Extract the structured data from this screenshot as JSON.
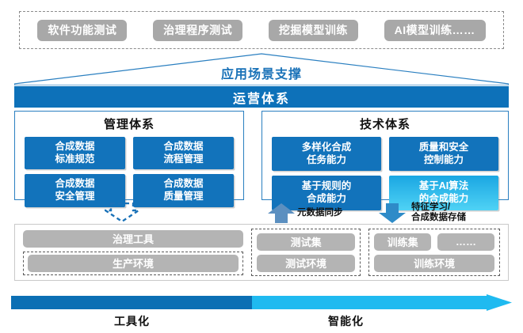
{
  "scenarios": {
    "items": [
      {
        "label": "软件功能测试"
      },
      {
        "label": "治理程序测试"
      },
      {
        "label": "挖掘模型训练"
      },
      {
        "label": "AI模型训练……"
      }
    ]
  },
  "scene_support": {
    "label": "应用场景支撑"
  },
  "operation_system": {
    "label": "运营体系"
  },
  "management_system": {
    "title": "管理体系",
    "cells": [
      {
        "label": "合成数据\n标准规范",
        "line1": "合成数据",
        "line2": "标准规范"
      },
      {
        "label": "合成数据\n流程管理",
        "line1": "合成数据",
        "line2": "流程管理"
      },
      {
        "label": "合成数据\n安全管理",
        "line1": "合成数据",
        "line2": "安全管理"
      },
      {
        "label": "合成数据\n质量管理",
        "line1": "合成数据",
        "line2": "质量管理"
      }
    ]
  },
  "technical_system": {
    "title": "技术体系",
    "cells": [
      {
        "line1": "多样化合成",
        "line2": "任务能力",
        "accent": false
      },
      {
        "line1": "质量和安全",
        "line2": "控制能力",
        "accent": false
      },
      {
        "line1": "基于规则的",
        "line2": "合成能力",
        "accent": false
      },
      {
        "line1": "基于AI算法",
        "line2": "的合成能力",
        "accent": true
      }
    ]
  },
  "flows": {
    "meta_sync": "元数据同步",
    "feature_store_line1": "特征学习/",
    "feature_store_line2": "合成数据存储"
  },
  "environments": {
    "governance_tool": "治理工具",
    "production_env": "生产环境",
    "test_set": "测试集",
    "test_env": "测试环境",
    "train_set": "训练集",
    "train_ellipsis": "……",
    "train_env": "训练环境"
  },
  "maturity": {
    "left_label": "工具化",
    "right_label": "智能化",
    "left_color": "#0b6fb4",
    "right_color": "#1fbaf0"
  },
  "colors": {
    "primary_blue": "#0d71b9",
    "cell_blue": "#1273bb",
    "accent_cyan": "#4fd2f5",
    "gray_pill": "#a8a8a8",
    "env_pill": "#b4b4b4"
  }
}
